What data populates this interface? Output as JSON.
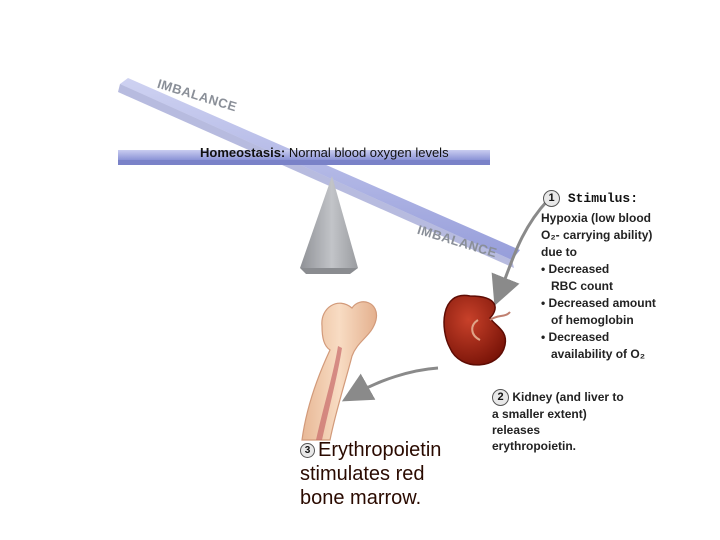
{
  "seesaw": {
    "imbalance_top": "IMBALANCE",
    "imbalance_bottom": "IMBALANCE",
    "homeostasis_label": "Homeostasis:",
    "homeostasis_text": "Normal blood oxygen levels"
  },
  "step1": {
    "number": "1",
    "heading": "Stimulus:",
    "lines": [
      "Hypoxia (low blood",
      "O₂- carrying ability)",
      "due to",
      "• Decreased",
      "RBC count",
      "• Decreased amount",
      "of hemoglobin",
      "• Decreased",
      "availability of O₂"
    ]
  },
  "step2": {
    "number": "2",
    "lines": [
      "Kidney (and liver to",
      "a smaller extent)",
      "releases",
      "erythropoietin."
    ]
  },
  "step3": {
    "number": "3",
    "lines": [
      "Erythropoietin",
      "stimulates red",
      "bone marrow."
    ]
  },
  "colors": {
    "beam": "#9aa2dc",
    "beam_dark": "#7a82c8",
    "fulcrum": "#a8aaae",
    "kidney": "#9a1e10",
    "bone": "#f2c9a8",
    "marrow": "#c86a6a",
    "arrow": "#8a8a8a"
  }
}
